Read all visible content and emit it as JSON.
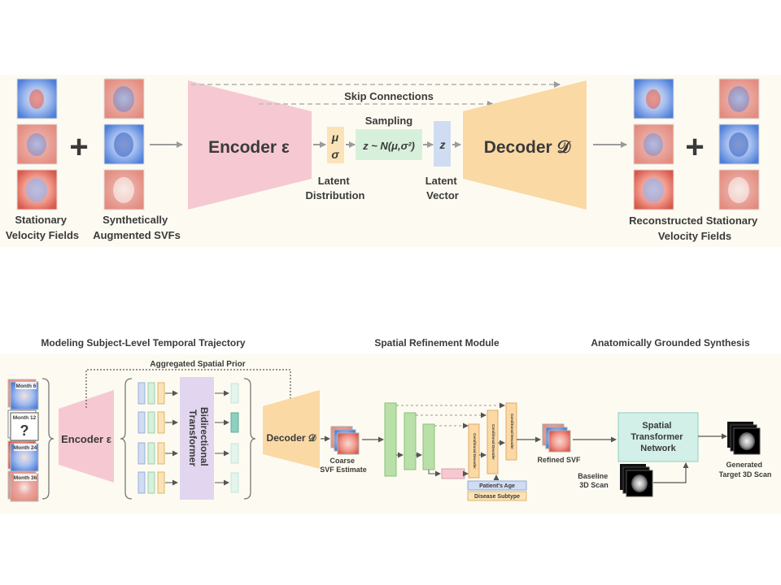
{
  "top": {
    "skip_connections": "Skip Connections",
    "sampling": "Sampling",
    "encoder": "Encoder ε",
    "decoder": "Decoder 𝒟",
    "mu": "μ",
    "sigma": "σ",
    "sampling_formula": "z ~ N(μ,σ²)",
    "z": "z",
    "latent_distribution": [
      "Latent",
      "Distribution"
    ],
    "latent_vector": [
      "Latent",
      "Vector"
    ],
    "stationary_velocity_fields": [
      "Stationary",
      "Velocity Fields"
    ],
    "synthetic_svfs": [
      "Synthetically",
      "Augmented SVFs"
    ],
    "reconstructed_svfs": [
      "Reconstructed Stationary",
      "Velocity Fields"
    ],
    "plus": "+"
  },
  "bottom": {
    "section_temporal": "Modeling Subject-Level Temporal Trajectory",
    "section_spatial": "Spatial Refinement Module",
    "section_synthesis": "Anatomically Grounded Synthesis",
    "aggregated_prior": "Aggregated Spatial Prior",
    "months": [
      "Month 6",
      "Month 12",
      "Month 24",
      "Month 36"
    ],
    "missing_mark": "?",
    "encoder": "Encoder ε",
    "transformer": [
      "Bidirectional",
      "Transformer"
    ],
    "decoder": "Decoder 𝒟",
    "coarse_svf": [
      "Coarse",
      "SVF Estimate"
    ],
    "conditional_decoder": "Conditional Decoder",
    "patients_age": "Patient's Age",
    "disease_subtype": "Disease Subtype",
    "refined_svf": "Refined SVF",
    "stn": [
      "Spatial",
      "Transformer",
      "Network"
    ],
    "baseline_scan": [
      "Baseline",
      "3D Scan"
    ],
    "generated_scan": [
      "Generated",
      "Target 3D Scan"
    ]
  },
  "colors": {
    "encoder_pink": "#f6c9d2",
    "decoder_orange": "#fbd9a4",
    "sampling_green": "#d7f0dc",
    "latent_blue": "#cfdcf2",
    "mu_box": "#fbe3b7",
    "transformer_purple": "#e2d5ef",
    "stn_teal": "#d2efe8",
    "unet_green": "#b9e0a9",
    "panel_bg": "#fdfbf1",
    "arrow_gray": "#9b9b9b"
  }
}
